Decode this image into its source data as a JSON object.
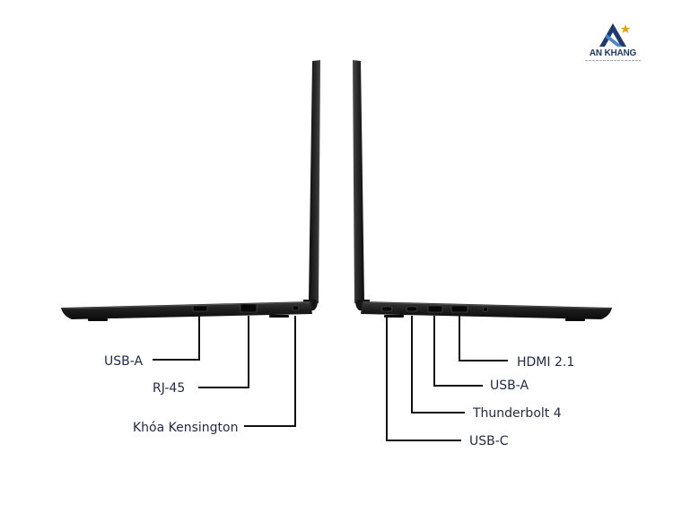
{
  "brand": {
    "name": "AN KHANG"
  },
  "left_side": {
    "ports": [
      {
        "id": "usb-a-left",
        "label": "USB-A"
      },
      {
        "id": "rj45",
        "label": "RJ-45"
      },
      {
        "id": "kensington",
        "label": "Khóa Kensington"
      }
    ]
  },
  "right_side": {
    "ports": [
      {
        "id": "hdmi",
        "label": "HDMI 2.1"
      },
      {
        "id": "usb-a-right",
        "label": "USB-A"
      },
      {
        "id": "thunderbolt",
        "label": "Thunderbolt 4"
      },
      {
        "id": "usb-c",
        "label": "USB-C"
      }
    ]
  },
  "colors": {
    "label_text": "#1e2a44",
    "leader_line": "#111111",
    "laptop_body": "#1b1b1b",
    "brand_blue": "#1f3a6b",
    "brand_star": "#e0a21a"
  }
}
